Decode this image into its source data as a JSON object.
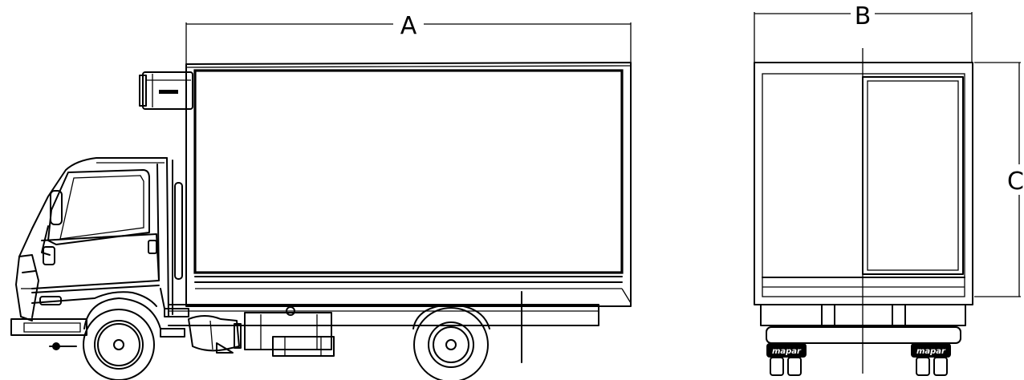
{
  "dimensions": {
    "length_label": "A",
    "width_label": "B",
    "height_label": "C"
  },
  "rear_view": {
    "mudflap_brand": "mapar"
  }
}
